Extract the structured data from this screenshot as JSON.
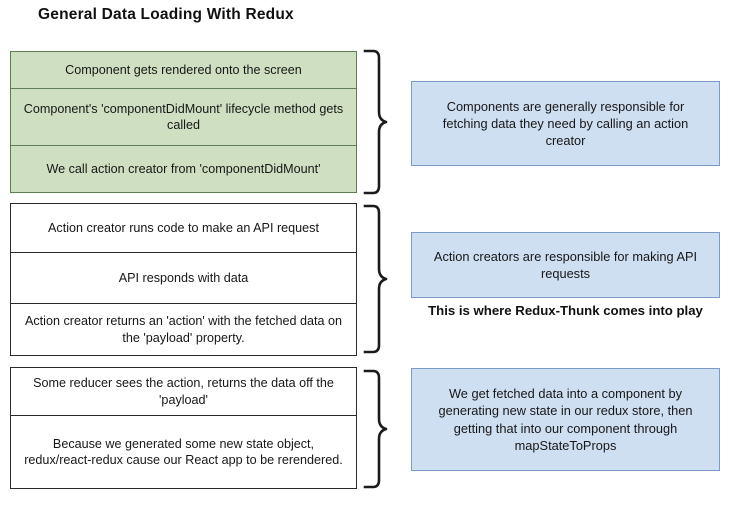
{
  "title": "General Data Loading With Redux",
  "flow": {
    "groups": [
      {
        "id": "component-phase",
        "color": "#cfe0c2",
        "steps": [
          "Component gets rendered onto the screen",
          "Component's 'componentDidMount' lifecycle method gets called",
          "We call action creator from 'componentDidMount'"
        ]
      },
      {
        "id": "action-creator-phase",
        "color": "#ffffff",
        "steps": [
          "Action creator runs code to make an API request",
          "API responds with data",
          "Action creator returns an 'action' with the fetched data on the 'payload' property."
        ]
      },
      {
        "id": "reducer-phase",
        "color": "#ffffff",
        "steps": [
          "Some reducer sees the action, returns the data off the 'payload'",
          "Because we generated some new state object, redux/react-redux cause our React app to be rerendered."
        ]
      }
    ]
  },
  "notes": [
    {
      "id": "note-components",
      "text": "Components are generally responsible for fetching data they need by calling an action creator"
    },
    {
      "id": "note-action-creators",
      "text": "Action creators are responsible for making API requests"
    },
    {
      "id": "note-mapstatetoprops",
      "text": "We get fetched data into a component by generating new state in our redux store, then getting that into our component through mapStateToProps"
    }
  ],
  "callout": "This is where Redux-Thunk comes into play",
  "colors": {
    "green_fill": "#cfe0c2",
    "green_border": "#5f7d56",
    "blue_fill": "#cfdff2",
    "blue_border": "#7b9cc4",
    "box_border": "#2b2b2b",
    "background": "#ffffff",
    "text": "#171717"
  }
}
